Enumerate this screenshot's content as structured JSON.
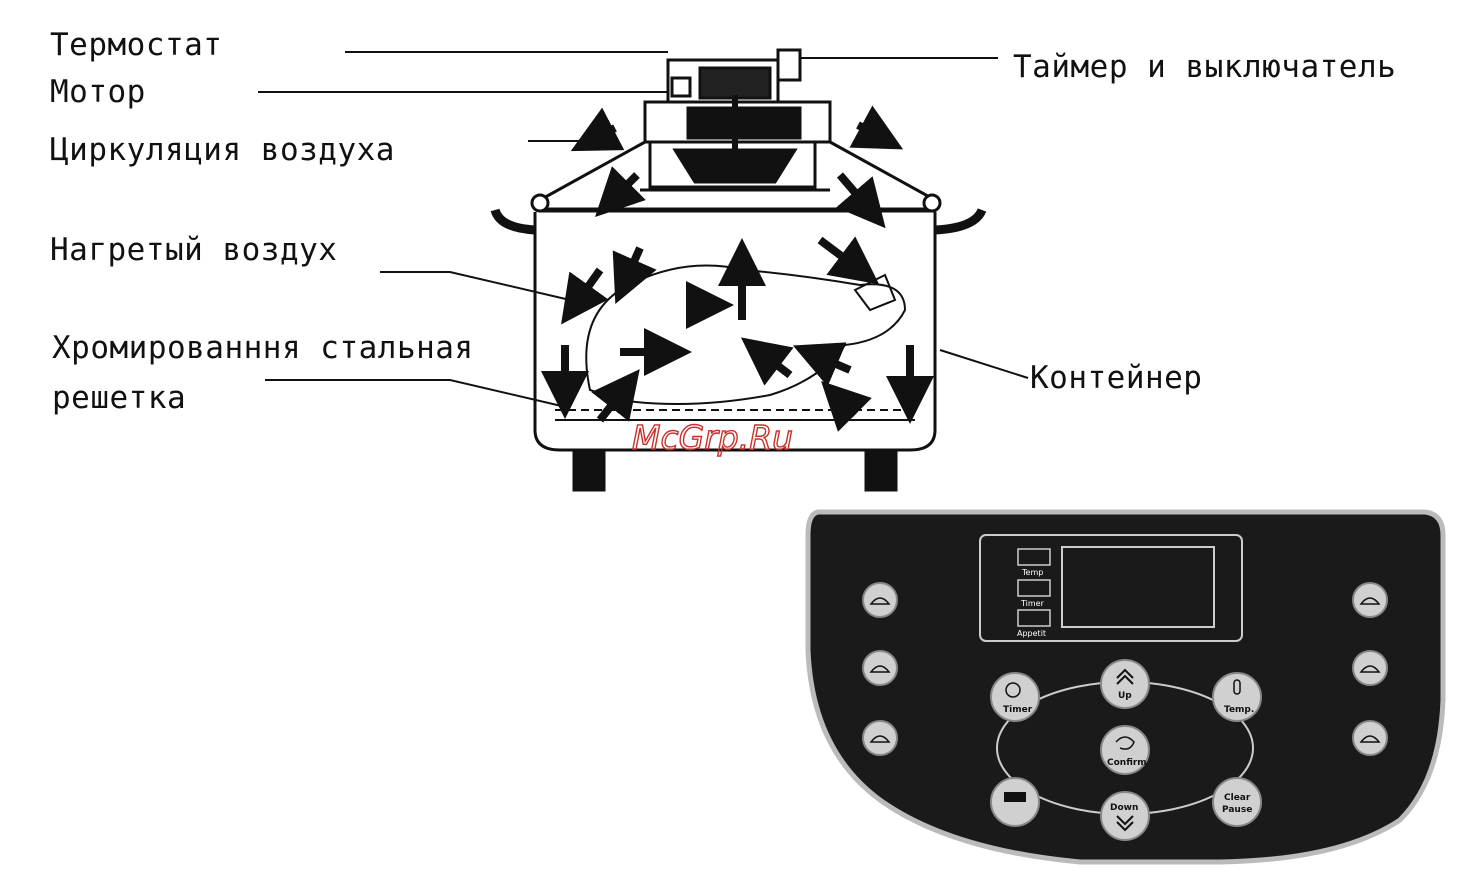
{
  "labels": {
    "thermostat": "Термостат",
    "motor": "Мотор",
    "air_circulation": "Циркуляция воздуха",
    "heated_air": "Нагретый воздух",
    "grid_line1": "Хромированння стальная",
    "grid_line2": "решетка",
    "timer_switch": "Таймер и выключатель",
    "container": "Контейнер"
  },
  "watermark": "McGrp.Ru",
  "control_panel": {
    "indicators": [
      "Temp",
      "Timer",
      "Appetit"
    ],
    "buttons": {
      "timer": "Timer",
      "up": "Up",
      "temp": "Temp.",
      "confirm": "Confirm",
      "speed": "",
      "down": "Down",
      "clear_pause": [
        "Clear",
        "Pause"
      ]
    }
  }
}
